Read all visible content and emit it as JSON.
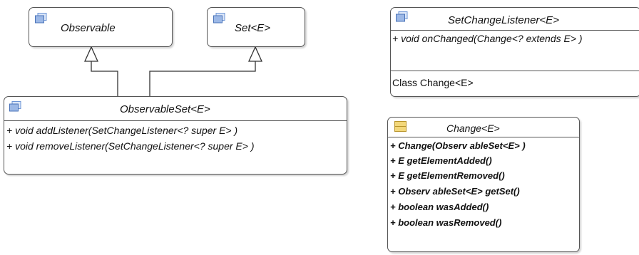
{
  "observable": {
    "name": "Observable"
  },
  "set": {
    "name": "Set<E>"
  },
  "observable_set": {
    "name": "ObservableSet<E>",
    "operations": [
      "+ void addListener(SetChangeListener<? super E> )",
      "+ void removeListener(SetChangeListener<? super E> )"
    ]
  },
  "listener": {
    "name": "SetChangeListener<E>",
    "operations": [
      "+ void onChanged(Change<? extends E> )"
    ],
    "nested": "Class Change<E>"
  },
  "change": {
    "name": "Change<E>",
    "operations": [
      "+ Change(Observ ableSet<E> )",
      "+ E getElementAdded()",
      "+ E getElementRemoved()",
      "+ Observ ableSet<E> getSet()",
      "+ boolean wasAdded()",
      "+ boolean wasRemoved()"
    ]
  },
  "colors": {
    "interface_icon": "#6d95d6",
    "class_icon": "#f2d77a",
    "border": "#555555"
  }
}
